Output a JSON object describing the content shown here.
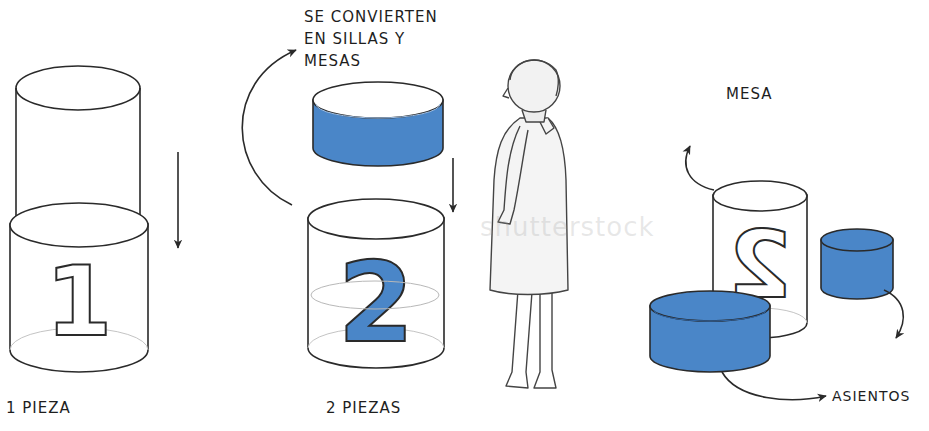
{
  "diagram": {
    "nodes": [
      {
        "text": [
          "1"
        ]
      },
      {
        "text": [
          "2"
        ]
      },
      {
        "text": [
          "2"
        ]
      }
    ],
    "labels": [
      "SE CONVIERTEN EN SILLAS Y MESAS",
      "MESA",
      "ASIENTOS",
      "1 PIEZA",
      "2 PIEZAS",
      "shutterstock"
    ]
  }
}
